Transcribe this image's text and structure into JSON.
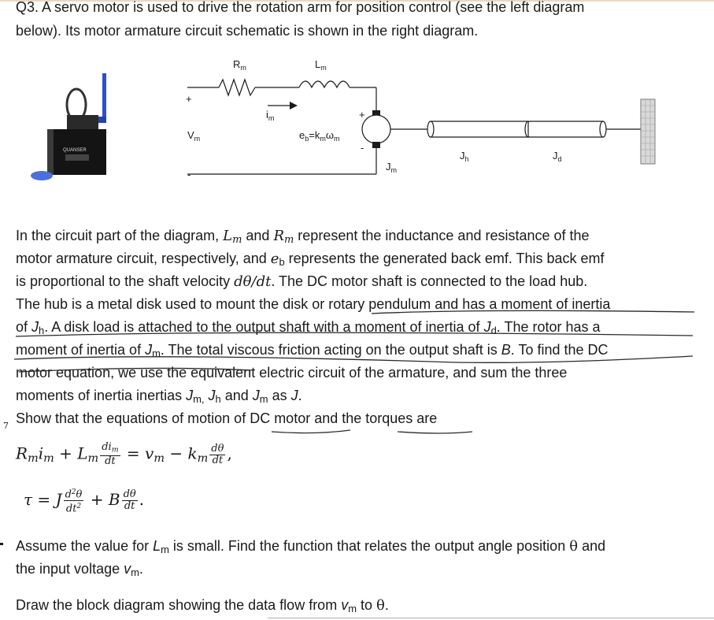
{
  "question": {
    "line1": "Q3. A servo motor is used to drive the rotation arm for position control (see the left diagram",
    "line2": "below).  Its motor armature circuit schematic is shown in the right diagram."
  },
  "diagram": {
    "rm": "R",
    "rm_sub": "m",
    "lm": "L",
    "lm_sub": "m",
    "plus_left": "+",
    "minus_left": "-",
    "vm": "V",
    "vm_sub": "m",
    "im": "i",
    "im_sub": "m",
    "plus_right": "+",
    "minus_right": "-",
    "eb": "e",
    "eb_sub": "b",
    "eb_rest": "=k",
    "eb_rest_sub": "m",
    "eb_omega": "ω",
    "eb_omega_sub": "m",
    "jm": "J",
    "jm_sub": "m",
    "jh": "J",
    "jh_sub": "h",
    "jd": "J",
    "jd_sub": "d",
    "device_brand": "QUANSER"
  },
  "paragraph": {
    "l1a": "In the circuit part of the diagram, ",
    "l1_Lm": "L",
    "l1_Lm_sub": "m",
    "l1b": " and ",
    "l1_Rm": "R",
    "l1_Rm_sub": "m",
    "l1c": " represent the inductance and resistance of the",
    "l2a": "motor armature circuit, respectively, and ",
    "l2_eb": "e",
    "l2_eb_sub": "b",
    "l2b": " represents the generated back emf. This back emf",
    "l3a": "is proportional to the shaft velocity ",
    "l3_math": "dθ/dt",
    "l3b": ". The DC motor shaft is connected to the load hub.",
    "l4": "The hub is a metal disk used to mount the disk or rotary pendulum and has a moment of inertia",
    "l5a": "of ",
    "l5_J": "J",
    "l5_J_sub": "h",
    "l5b": ". A disk load is attached to the output shaft with a moment of inertia of ",
    "l5_Jd": "J",
    "l5_Jd_sub": "d",
    "l5c": ". The rotor has a",
    "l6a": "moment of inertia of ",
    "l6_J": "J",
    "l6_J_sub": "m",
    "l6b": ". The total viscous friction acting on the output shaft is ",
    "l6_B": "B",
    "l6c": ". To find the DC",
    "l7": "motor equation, we use the equivalent electric circuit of the armature, and sum the three",
    "l8a": "moments of inertia inertias ",
    "l8_J1": "J",
    "l8_J1_sub": "m,",
    "l8_J2": " J",
    "l8_J2_sub": "h",
    "l8b": " and ",
    "l8_J3": "J",
    "l8_J3_sub": "m",
    "l8c": " as ",
    "l8_J": "J",
    "l8d": ".",
    "l9": "Show that the equations of motion of DC motor and the torques are"
  },
  "equations": {
    "e1_Rm": "R",
    "e1_m1": "m",
    "e1_im": "i",
    "e1_m2": "m",
    "e1_plus": " + ",
    "e1_Lm": "L",
    "e1_m3": "m",
    "e1_num": "di",
    "e1_num_sub": "m",
    "e1_den": "dt",
    "e1_eq": " = ",
    "e1_vm": "v",
    "e1_m4": "m",
    "e1_minus": " − ",
    "e1_km": "k",
    "e1_m5": "m",
    "e1_num2": "dθ",
    "e1_den2": "dt",
    "e1_comma": ",",
    "e2_tau": "τ",
    "e2_eq": " = ",
    "e2_J": "J",
    "e2_num": "d",
    "e2_num_sup": "2",
    "e2_num_rest": "θ",
    "e2_den": "dt",
    "e2_den_sup": "2",
    "e2_plus": " + ",
    "e2_B": "B",
    "e2_num2": "dθ",
    "e2_den2": "dt",
    "e2_dot": "."
  },
  "assume": {
    "l1a": "Assume the value for ",
    "l1_L": "L",
    "l1_L_sub": "m",
    "l1b": " is small.  Find the function that relates the output angle position ",
    "l1_theta": "θ",
    "l1c": " and",
    "l2a": "the input voltage ",
    "l2_v": "v",
    "l2_v_sub": "m",
    "l2b": "."
  },
  "draw": {
    "a": "Draw the block diagram showing the data flow from ",
    "v": "v",
    "v_sub": "m",
    "b": " to ",
    "theta": "θ",
    "c": "."
  },
  "margin": {
    "mark": "7"
  }
}
